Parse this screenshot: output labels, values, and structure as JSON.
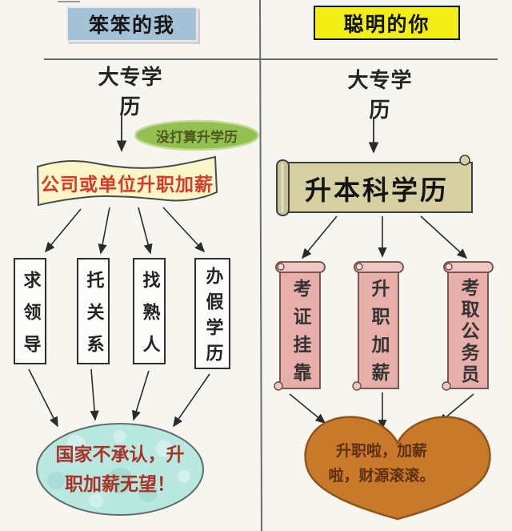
{
  "diagram": {
    "left": {
      "header": "笨笨的我",
      "start": "大专学历",
      "thought_bubble": "没打算升学历",
      "banner": "公司或单位升职加薪",
      "options": [
        "求领导",
        "托关系",
        "找熟人",
        "办假学历"
      ],
      "result": {
        "line1": "国家不承认，升",
        "line2": "职加薪无望！"
      }
    },
    "right": {
      "header": "聪明的你",
      "start": "大专学历",
      "banner": "升本科学历",
      "options": [
        "考证挂靠",
        "升职加薪",
        "考取公务员"
      ],
      "result": {
        "line1": "升职啦，加薪",
        "line2": "啦，财源滚滚。"
      }
    },
    "colors": {
      "left_header_bg": "#a4c1d6",
      "right_header_bg": "#f2ef17",
      "thought_bubble_bg": "#94bf51",
      "left_banner_bg": "#faf6c8",
      "left_banner_text": "#d43b28",
      "left_result_bg": "#b9e8e1",
      "left_result_text": "#a93226",
      "right_banner_bg": "#d6d0a2",
      "right_scroll_bg": "#e7aeaa",
      "heart_bg": "#c9792a"
    }
  }
}
